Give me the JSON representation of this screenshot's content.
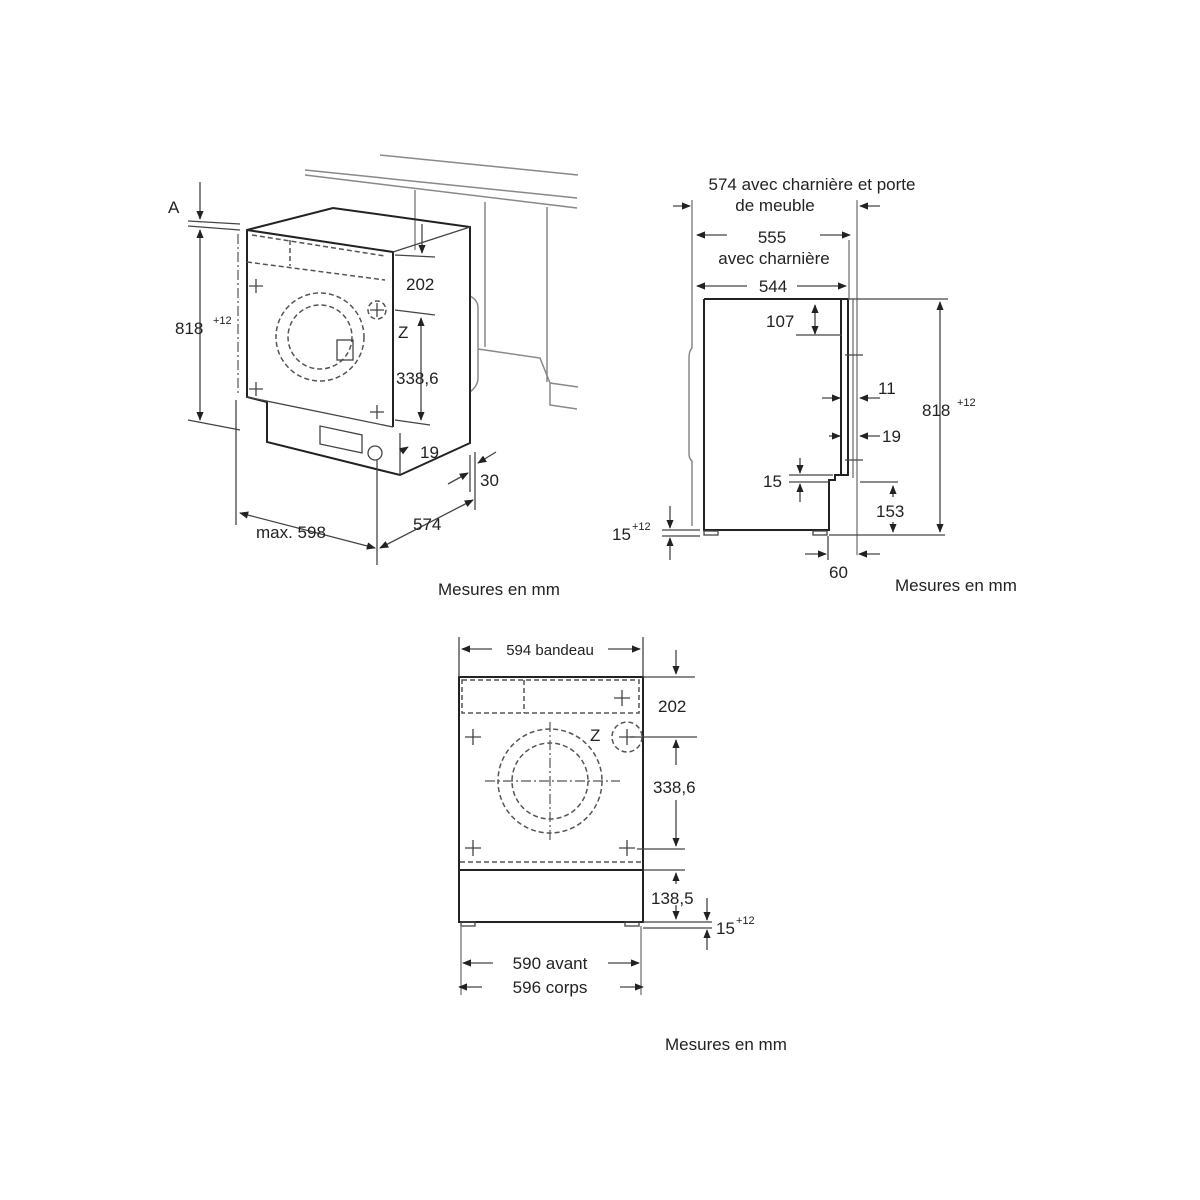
{
  "iso_view": {
    "label_a": "A",
    "height": "818",
    "height_tol": "+12",
    "panel_height": "202",
    "z_label": "Z",
    "hinge_distance": "338,6",
    "offset_19": "19",
    "offset_30": "30",
    "depth": "574",
    "width": "max. 598",
    "units_note": "Mesures en mm"
  },
  "side_view": {
    "depth_total_line1": "574 avec charnière et porte",
    "depth_total_line2": "de meuble",
    "depth_hinge_value": "555",
    "depth_hinge_label": "avec charnière",
    "depth_body": "544",
    "dim_107": "107",
    "dim_11": "11",
    "height": "818",
    "height_tol": "+12",
    "dim_19": "19",
    "dim_15": "15",
    "dim_153": "153",
    "feet": "15",
    "feet_tol": "+12",
    "dim_60": "60",
    "units_note": "Mesures en mm"
  },
  "front_view": {
    "panel_width": "594 bandeau",
    "panel_height": "202",
    "z_label": "Z",
    "hinge_distance": "338,6",
    "plinth": "138,5",
    "feet": "15",
    "feet_tol": "+12",
    "front_width": "590 avant",
    "body_width": "596 corps",
    "units_note": "Mesures en mm"
  }
}
